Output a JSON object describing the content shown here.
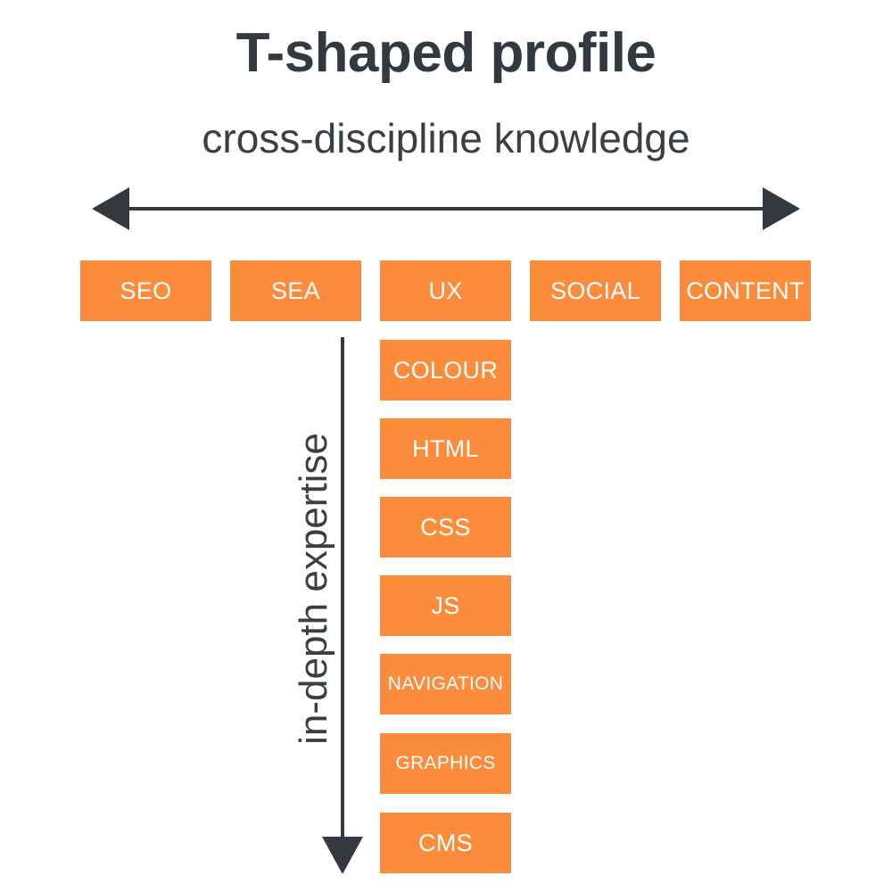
{
  "title": "T-shaped profile",
  "subtitle": "cross-discipline knowledge",
  "vertical_label": "in-depth expertise",
  "colors": {
    "box": "#fa8c3c",
    "text_dark": "#33393e",
    "box_text": "#ffffff"
  },
  "top_row": [
    "SEO",
    "SEA",
    "UX",
    "SOCIAL",
    "CONTENT"
  ],
  "column": [
    "COLOUR",
    "HTML",
    "CSS",
    "JS",
    "NAVIGATION",
    "GRAPHICS",
    "CMS"
  ]
}
